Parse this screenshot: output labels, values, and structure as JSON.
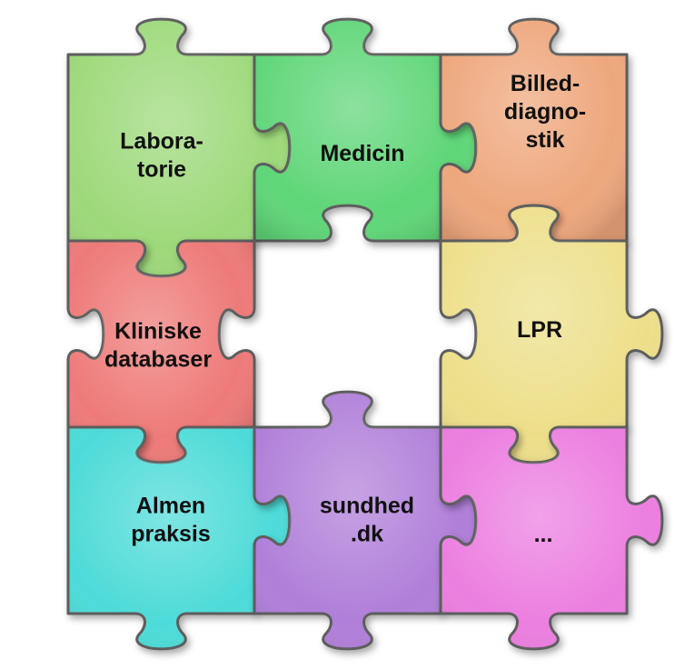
{
  "pieces": [
    {
      "id": "laboratorie",
      "lines": [
        "Labora-",
        "torie"
      ],
      "color": "#9dd97a"
    },
    {
      "id": "medicin",
      "lines": [
        "Medicin"
      ],
      "color": "#5fd678"
    },
    {
      "id": "billeddiagnostik",
      "lines": [
        "Billed-",
        "diagno-",
        "stik"
      ],
      "color": "#eea77b"
    },
    {
      "id": "kliniske-databaser",
      "lines": [
        "Kliniske",
        "databaser"
      ],
      "color": "#ee7a78"
    },
    {
      "id": "lpr",
      "lines": [
        "LPR"
      ],
      "color": "#eddf8a"
    },
    {
      "id": "almen-praksis",
      "lines": [
        "Almen",
        "praksis"
      ],
      "color": "#4ddbd8"
    },
    {
      "id": "sundhed-dk",
      "lines": [
        "sundhed",
        ".dk"
      ],
      "color": "#b07fd9"
    },
    {
      "id": "more",
      "lines": [
        "..."
      ],
      "color": "#ec7ee0"
    }
  ]
}
